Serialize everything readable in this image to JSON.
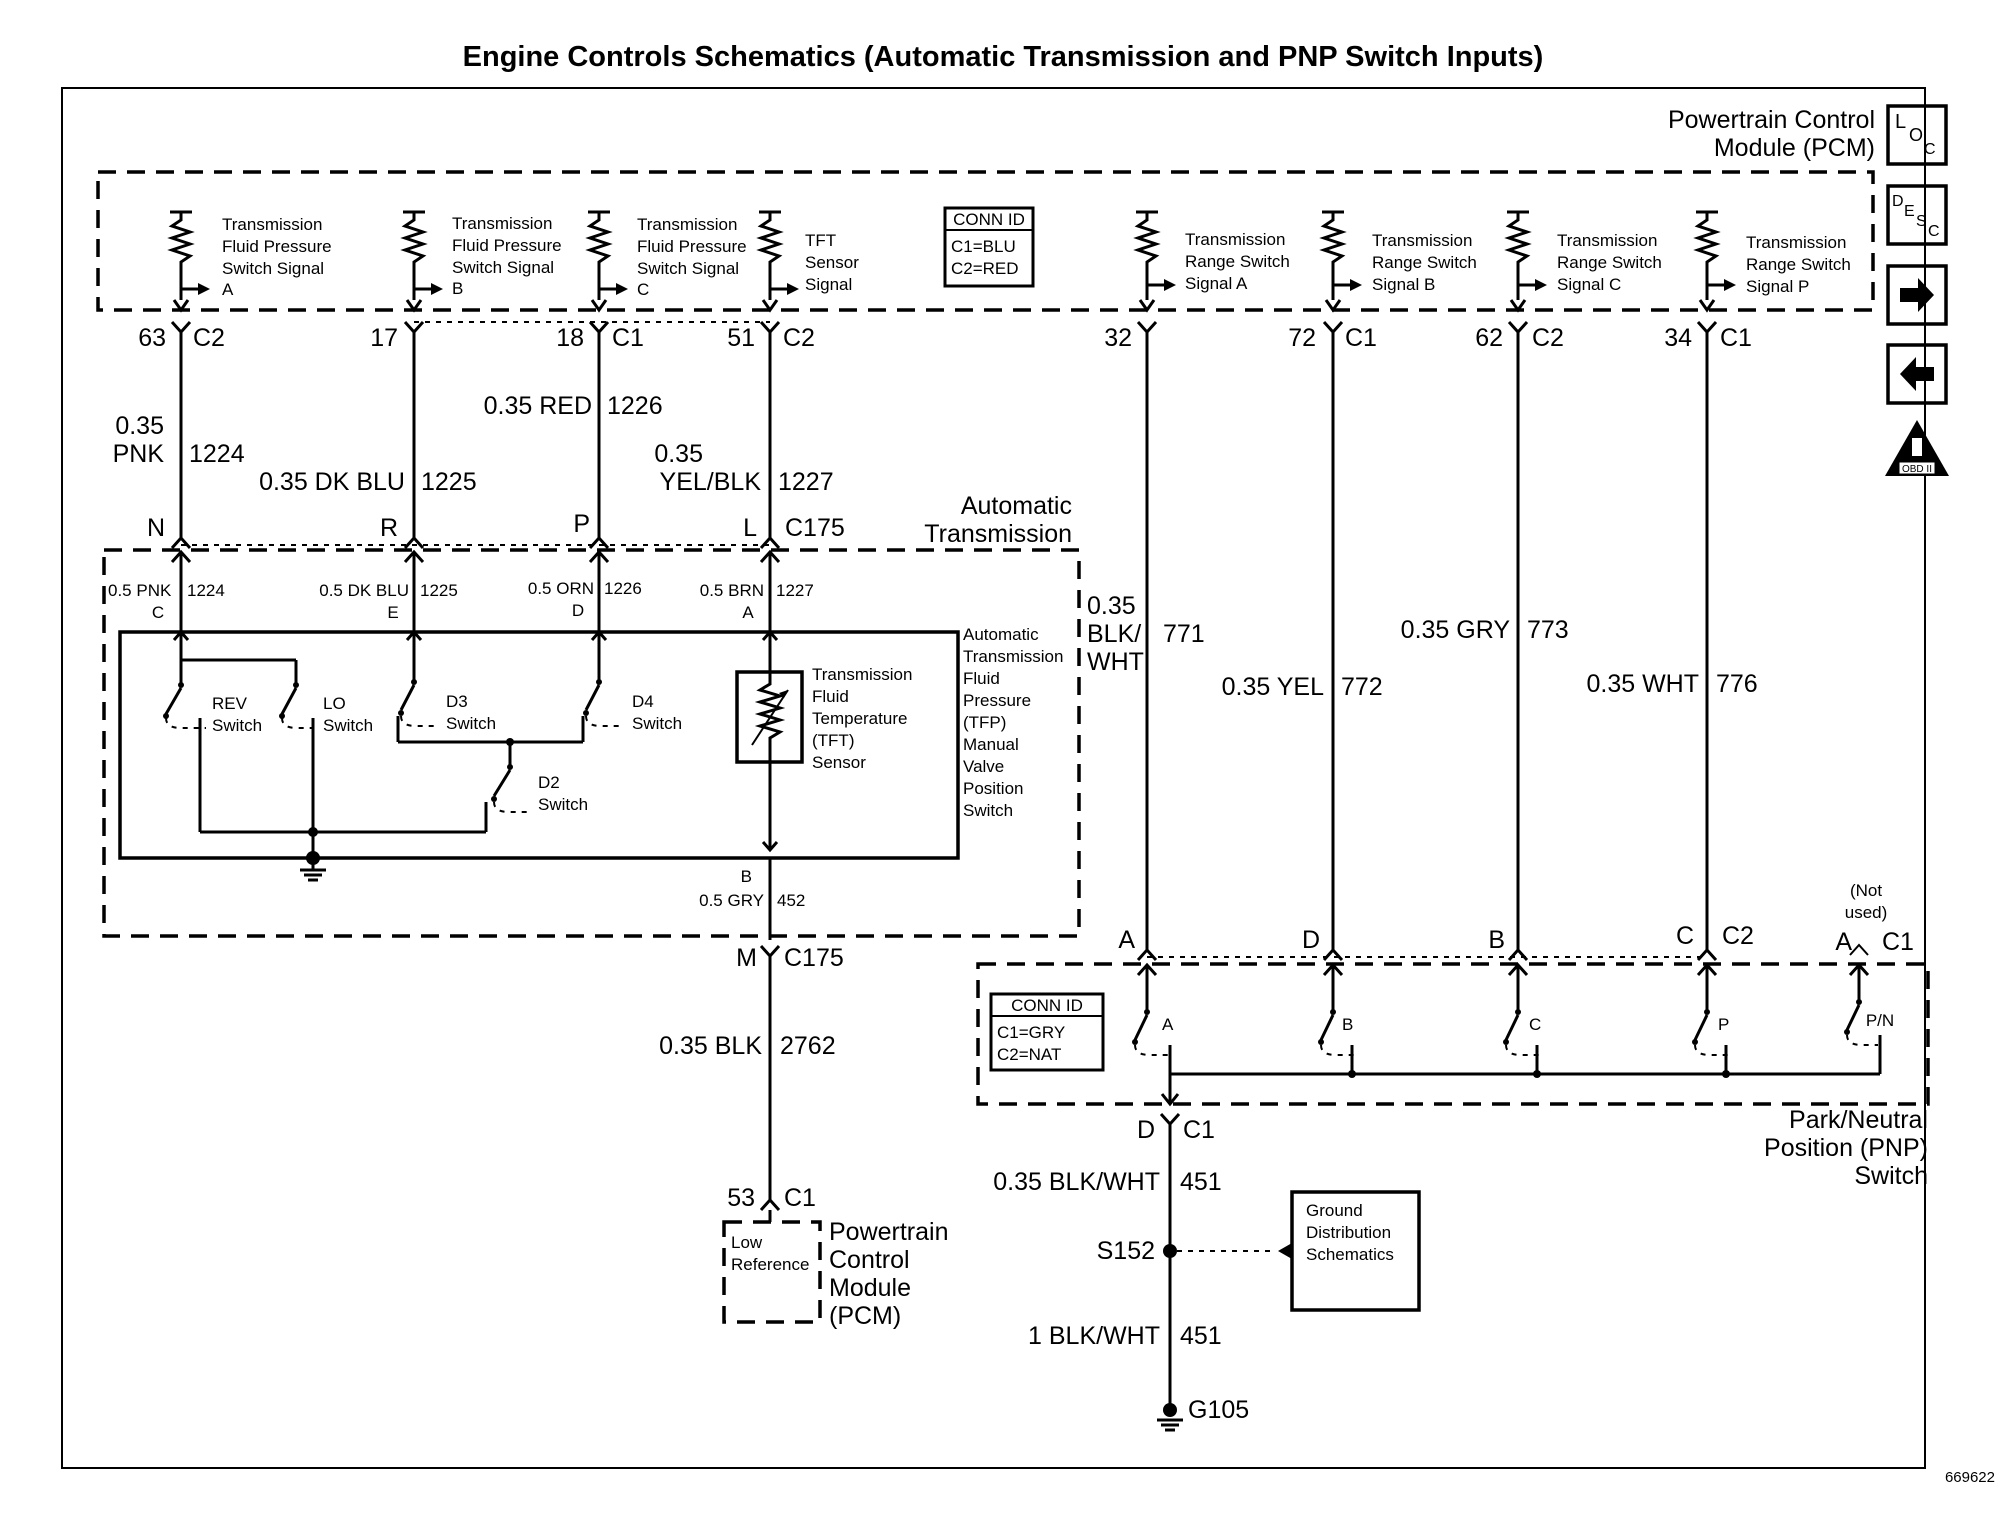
{
  "title": "Engine Controls Schematics (Automatic Transmission and PNP Switch Inputs)",
  "doc_number": "669622",
  "pcm_module": {
    "line1": "Powertrain Control",
    "line2": "Module (PCM)"
  },
  "side_icons": {
    "loc": "LOC",
    "desc": "DESC",
    "next": "arrow-right-icon",
    "prev": "arrow-left-icon",
    "obd": "OBD II"
  },
  "conn_id_pcm": {
    "title": "CONN ID",
    "c1": "C1=BLU",
    "c2": "C2=RED"
  },
  "conn_id_pnp": {
    "title": "CONN ID",
    "c1": "C1=GRY",
    "c2": "C2=NAT"
  },
  "pcm_inputs": [
    {
      "l1": "Transmission",
      "l2": "Fluid Pressure",
      "l3": "Switch Signal",
      "l4": "A",
      "pin": "63",
      "conn": "C2",
      "wire_size": "0.35",
      "wire_color": "PNK",
      "circuit": "1224",
      "c175_pin": "N"
    },
    {
      "l1": "Transmission",
      "l2": "Fluid Pressure",
      "l3": "Switch Signal",
      "l4": "B",
      "pin": "17",
      "conn": "",
      "wire": "0.35 DK BLU",
      "circuit": "1225",
      "c175_pin": "R"
    },
    {
      "l1": "Transmission",
      "l2": "Fluid Pressure",
      "l3": "Switch Signal",
      "l4": "C",
      "pin": "18",
      "conn": "C1",
      "wire": "0.35 RED",
      "circuit": "1226",
      "c175_pin": "P"
    },
    {
      "l1": "TFT",
      "l2": "Sensor",
      "l3": "Signal",
      "pin": "51",
      "conn": "C2",
      "wire_size": "0.35",
      "wire_color": "YEL/BLK",
      "circuit": "1227",
      "c175_pin": "L",
      "c175": "C175"
    }
  ],
  "range_inputs": [
    {
      "l1": "Transmission",
      "l2": "Range Switch",
      "l3": "Signal A",
      "pin": "32",
      "conn": "",
      "wire_size": "0.35",
      "wire_color1": "BLK/",
      "wire_color2": "WHT",
      "circuit": "771",
      "pnp_pin": "A"
    },
    {
      "l1": "Transmission",
      "l2": "Range Switch",
      "l3": "Signal B",
      "pin": "72",
      "conn": "C1",
      "wire": "0.35 YEL",
      "circuit": "772",
      "pnp_pin": "D"
    },
    {
      "l1": "Transmission",
      "l2": "Range Switch",
      "l3": "Signal C",
      "pin": "62",
      "conn": "C2",
      "wire": "0.35 GRY",
      "circuit": "773",
      "pnp_pin": "B"
    },
    {
      "l1": "Transmission",
      "l2": "Range Switch",
      "l3": "Signal P",
      "pin": "34",
      "conn": "C1",
      "wire": "0.35 WHT",
      "circuit": "776",
      "pnp_pin": "C",
      "pnp_conn": "C2"
    }
  ],
  "auto_trans": {
    "title1": "Automatic",
    "title2": "Transmission",
    "pins": [
      {
        "wire": "0.5 PNK",
        "circuit": "1224",
        "pin": "C"
      },
      {
        "wire": "0.5 DK BLU",
        "circuit": "1225",
        "pin": "E"
      },
      {
        "wire": "0.5 ORN",
        "circuit": "1226",
        "pin": "D"
      },
      {
        "wire": "0.5 BRN",
        "circuit": "1227",
        "pin": "A"
      }
    ],
    "switches": {
      "rev1": "REV",
      "rev2": "Switch",
      "lo1": "LO",
      "lo2": "Switch",
      "d31": "D3",
      "d32": "Switch",
      "d41": "D4",
      "d42": "Switch",
      "d21": "D2",
      "d22": "Switch"
    },
    "tft": {
      "l1": "Transmission",
      "l2": "Fluid",
      "l3": "Temperature",
      "l4": "(TFT)",
      "l5": "Sensor"
    },
    "assembly": [
      "Automatic",
      "Transmission",
      "Fluid",
      "Pressure",
      "(TFP)",
      "Manual",
      "Valve",
      "Position",
      "Switch"
    ],
    "bottom_pin": "B",
    "bottom_wire": "0.5 GRY",
    "bottom_circuit": "452"
  },
  "low_ref": {
    "c175_pin": "M",
    "c175": "C175",
    "wire": "0.35 BLK",
    "circuit": "2762",
    "pin": "53",
    "conn": "C1",
    "box1": "Low",
    "box2": "Reference",
    "pcm1": "Powertrain",
    "pcm2": "Control",
    "pcm3": "Module",
    "pcm4": "(PCM)"
  },
  "pnp": {
    "not_used1": "(Not",
    "not_used2": "used)",
    "unused_pin": "A",
    "unused_conn": "C1",
    "switch_labels": [
      "A",
      "B",
      "C",
      "P",
      "P/N"
    ],
    "title1": "Park/Neutral",
    "title2": "Position (PNP)",
    "title3": "Switch",
    "out_pin": "D",
    "out_conn": "C1"
  },
  "ground": {
    "wire1": "0.35 BLK/WHT",
    "circuit1": "451",
    "splice": "S152",
    "gds1": "Ground",
    "gds2": "Distribution",
    "gds3": "Schematics",
    "wire2": "1 BLK/WHT",
    "circuit2": "451",
    "ground": "G105"
  }
}
